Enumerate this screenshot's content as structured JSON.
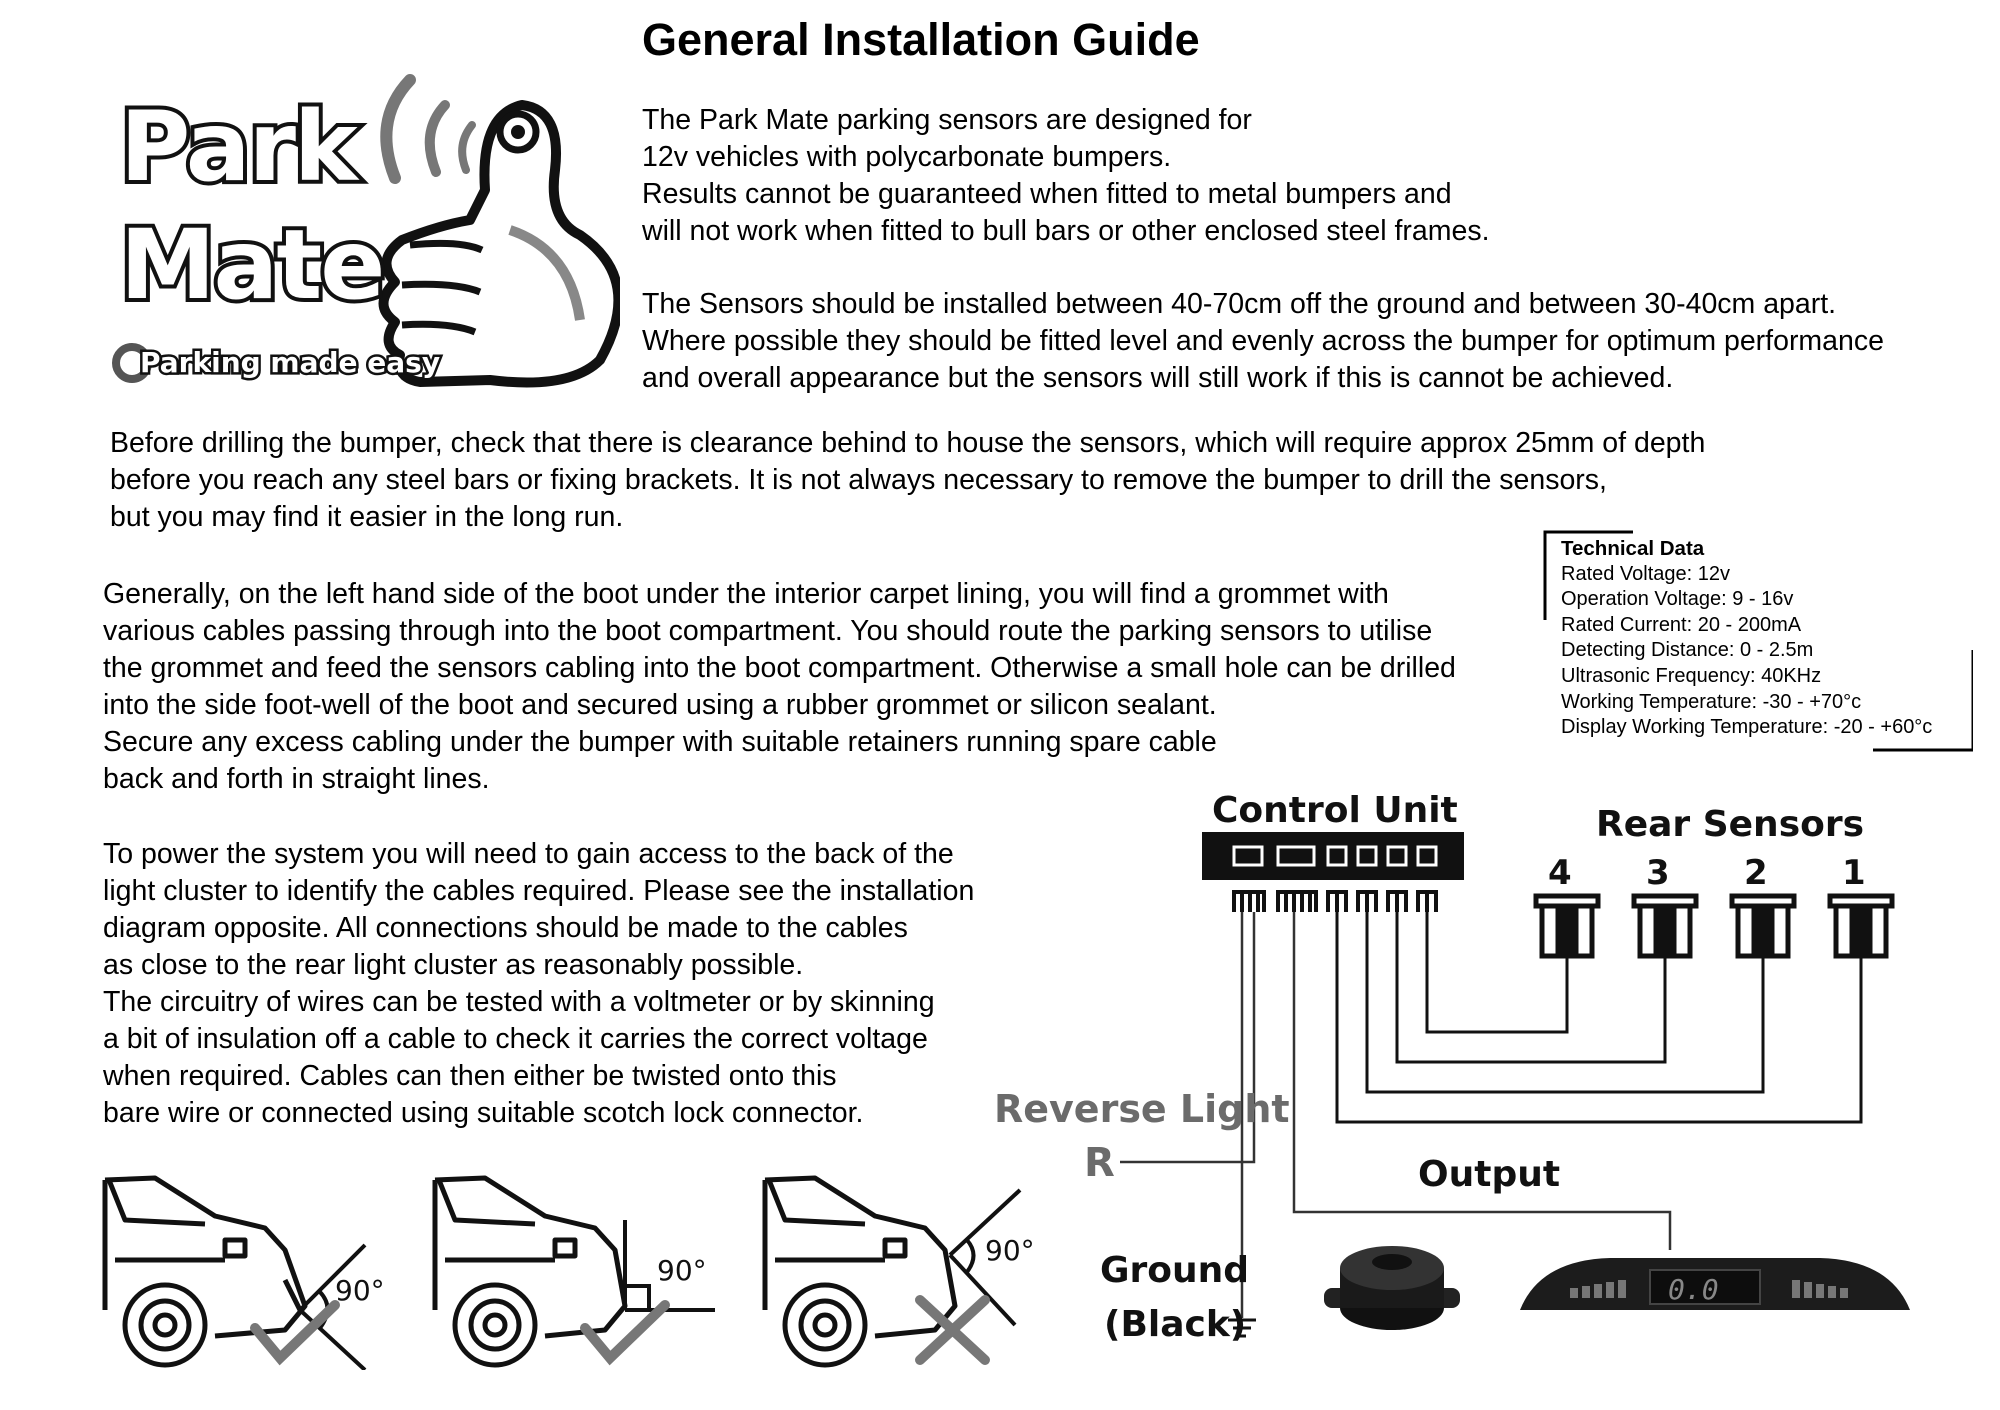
{
  "title": "General Installation Guide",
  "logo": {
    "line1": "Park",
    "line2": "Mate",
    "tagline": "Parking made easy"
  },
  "intro": {
    "lines": [
      "The Park Mate parking sensors are designed for",
      "12v vehicles with polycarbonate bumpers.",
      "Results cannot be guaranteed when fitted to metal bumpers and",
      "will not work when fitted to bull bars or other enclosed steel frames."
    ]
  },
  "placement": {
    "lines": [
      "The Sensors should be installed between 40-70cm off the ground and between 30-40cm apart.",
      "Where possible they should be fitted level and evenly across the bumper for optimum performance",
      "and overall appearance but the sensors will still work if this is cannot be achieved."
    ]
  },
  "drilling": {
    "lines": [
      "Before drilling the bumper, check that there is clearance behind to house the sensors, which will require approx 25mm of depth",
      "before you reach any steel bars or fixing brackets. It is not always necessary to remove the bumper to drill the sensors,",
      "but you may find it easier in the long run."
    ]
  },
  "routing": {
    "lines": [
      "Generally, on the left hand side of the boot under the interior carpet lining, you will find a grommet with",
      "various cables passing through into the boot compartment. You should route the parking sensors to utilise",
      "the grommet and feed the sensors cabling into the boot compartment. Otherwise a small hole can be drilled",
      "into the side foot-well of the boot and secured using a rubber grommet or silicon sealant.",
      "Secure any excess cabling under the bumper with suitable retainers running spare cable",
      "back and forth in straight lines."
    ]
  },
  "power": {
    "lines": [
      "To power the system you will need to gain access to the back of the",
      "light cluster to identify the cables required. Please see the installation",
      "diagram opposite. All connections should be made to the cables",
      "as close to the rear light cluster as reasonably possible.",
      "The circuitry of wires can be tested with a voltmeter or by skinning",
      "a bit of insulation off a cable to check it carries the correct voltage",
      "when required. Cables can then either be twisted onto this",
      "bare wire or connected using suitable scotch lock connector."
    ]
  },
  "technical": {
    "heading": "Technical Data",
    "lines": [
      "Rated Voltage: 12v",
      "Operation Voltage: 9 - 16v",
      "Rated Current: 20 - 200mA",
      "Detecting Distance: 0 - 2.5m",
      "Ultrasonic Frequency: 40KHz",
      "Working Temperature: -30 - +70°c",
      "Display Working Temperature: -20 - +60°c"
    ]
  },
  "diagram": {
    "control_unit": "Control Unit",
    "rear_sensors": "Rear Sensors",
    "sensor_numbers": [
      "4",
      "3",
      "2",
      "1"
    ],
    "reverse_light": "Reverse Light",
    "reverse_letter": "R",
    "output": "Output",
    "ground_line1": "Ground",
    "ground_line2": "(Black)",
    "display_readout": "0.0"
  },
  "angles": {
    "labels": [
      "90°",
      "90°",
      "90°"
    ]
  }
}
